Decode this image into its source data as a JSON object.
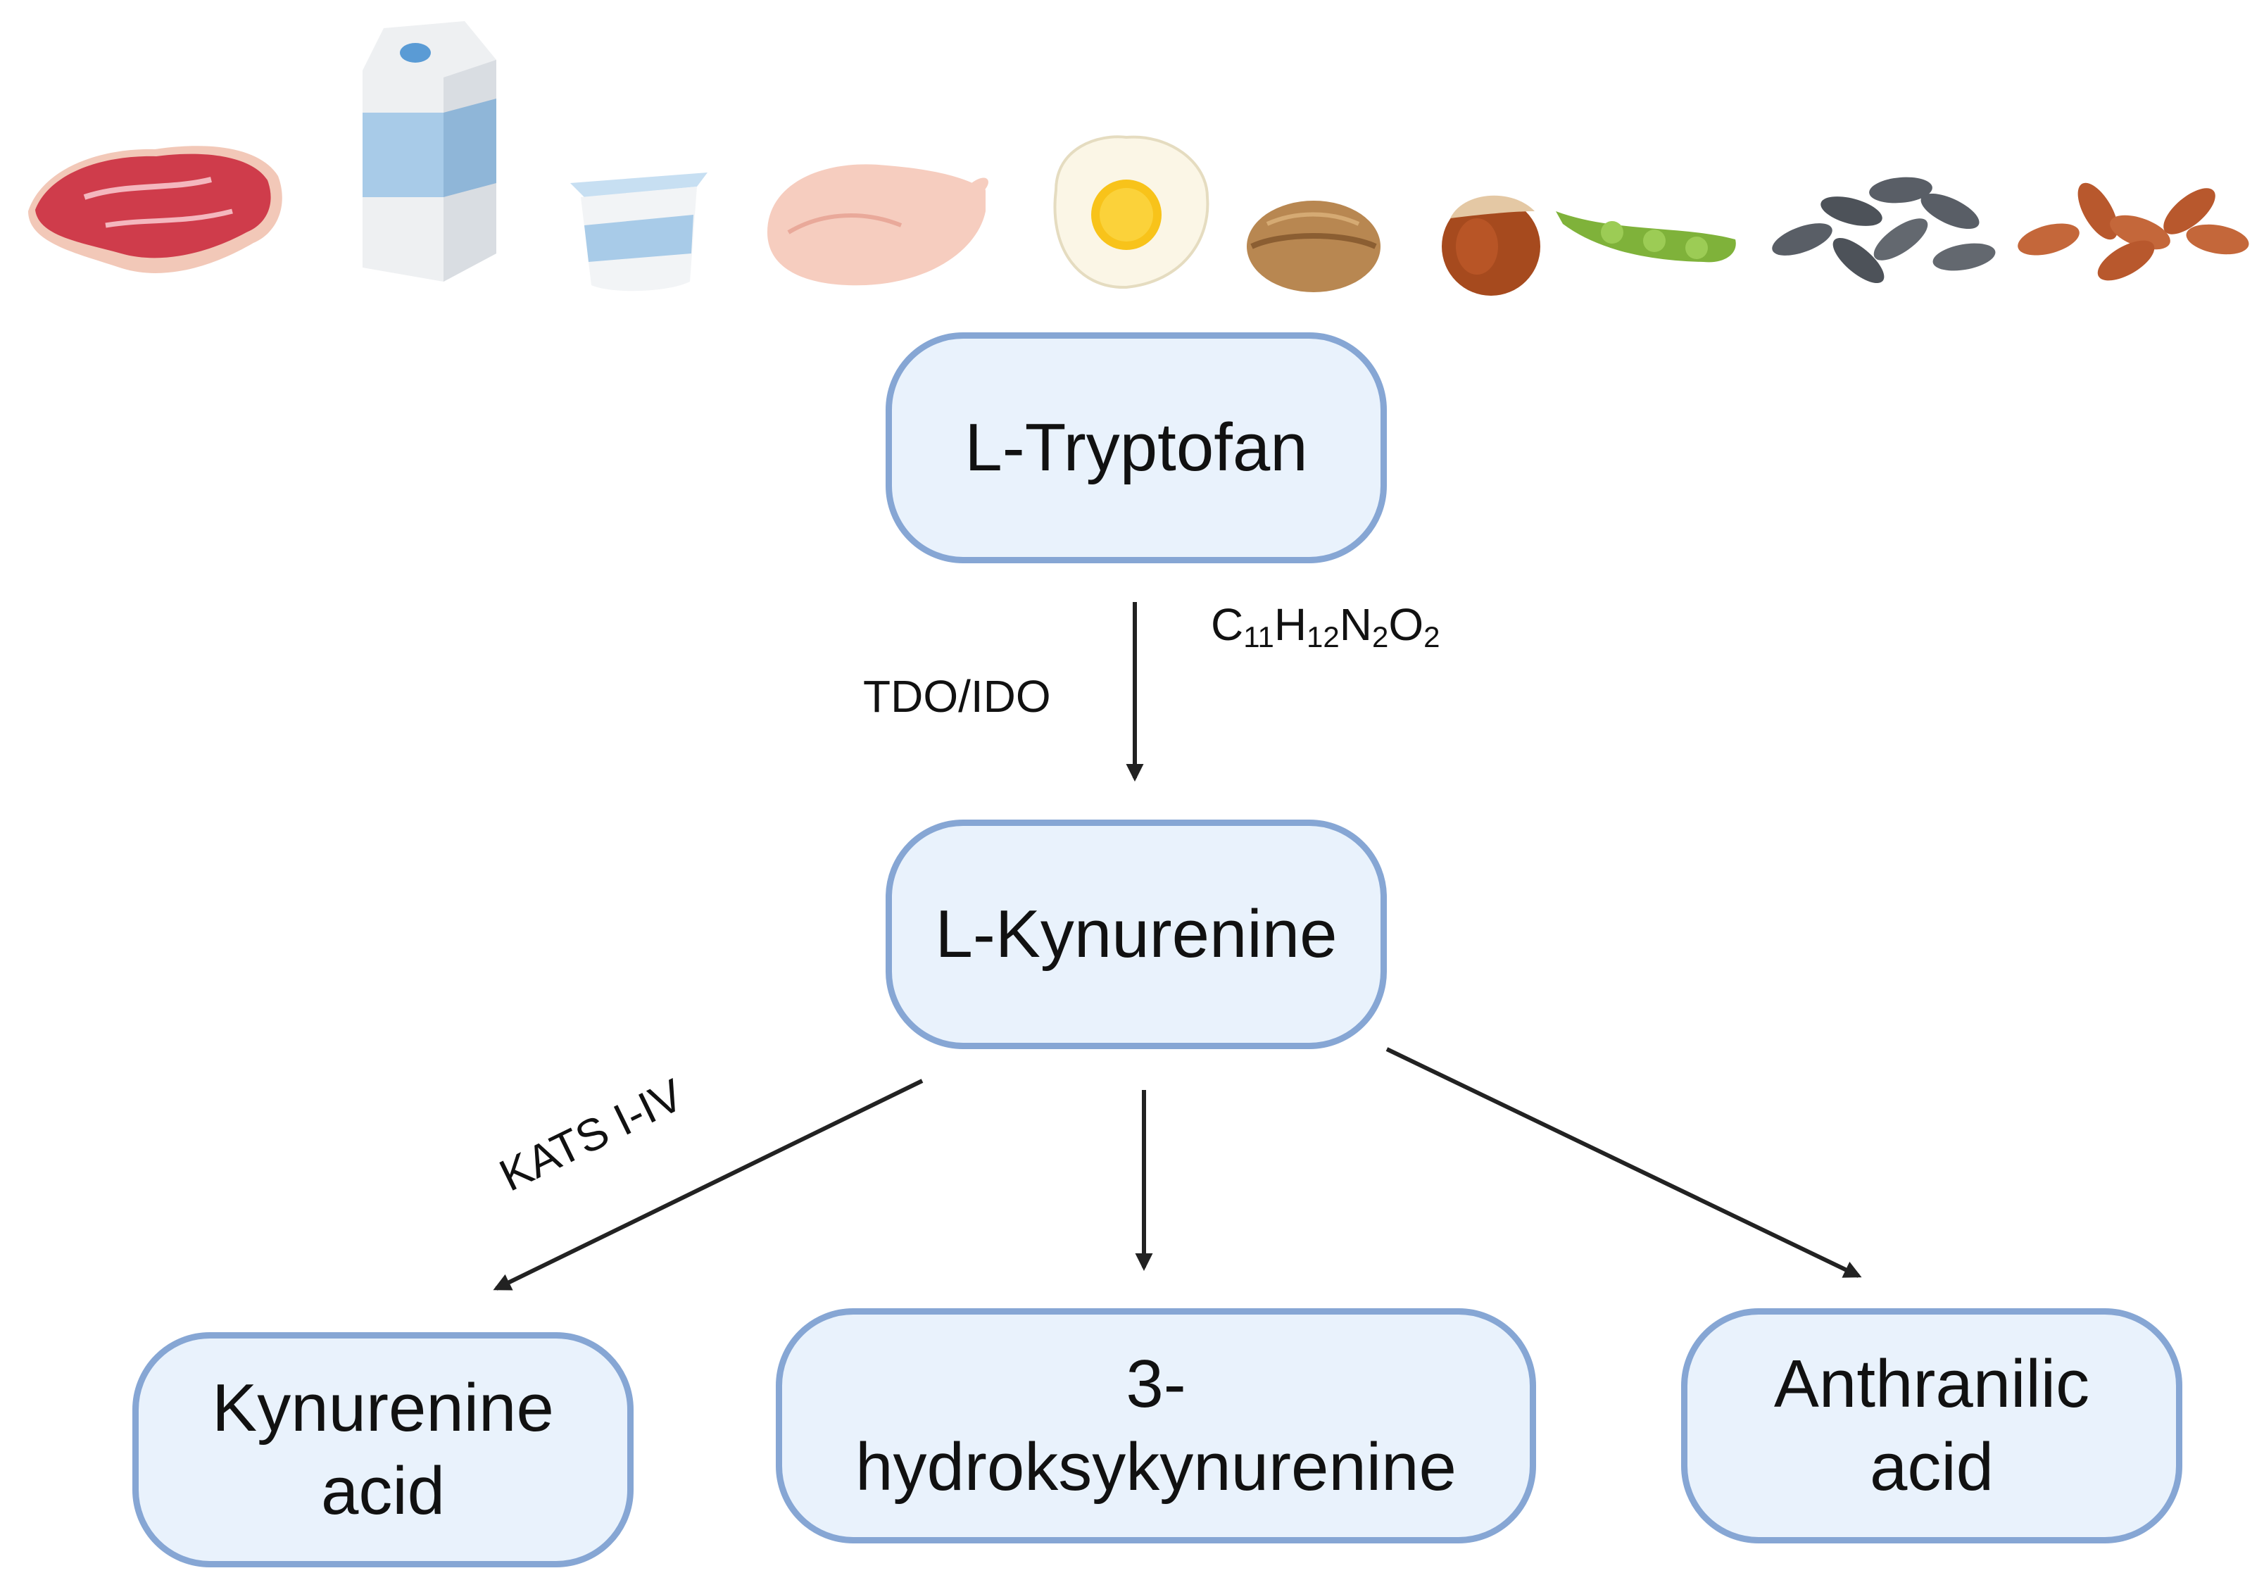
{
  "foods": [
    {
      "name": "meat"
    },
    {
      "name": "milk"
    },
    {
      "name": "yogurt"
    },
    {
      "name": "chicken"
    },
    {
      "name": "egg"
    },
    {
      "name": "walnut"
    },
    {
      "name": "hazelnut"
    },
    {
      "name": "soybean"
    },
    {
      "name": "sunflower-seeds"
    },
    {
      "name": "almonds"
    }
  ],
  "nodes": {
    "tryptophan": {
      "label": "L-Tryptofan"
    },
    "kynurenine": {
      "label": "L-Kynurenine"
    },
    "kynurenine_acid": {
      "line1": "Kynurenine",
      "line2": "acid"
    },
    "hydroxykynurenine": {
      "line1": "3-",
      "line2": "hydroksykynurenine"
    },
    "anthranilic": {
      "line1": "Anthranilic",
      "line2": "acid"
    }
  },
  "labels": {
    "enzyme_tdo": "TDO/IDO",
    "formula": {
      "c": "C",
      "c_n": "11",
      "h": "H",
      "h_n": "12",
      "n": "N",
      "n_n": "2",
      "o": "O",
      "o_n": "2"
    },
    "enzyme_kats": "KATS I-IV"
  },
  "colors": {
    "node_fill": "#e9f2fc",
    "node_border": "#86a6d4",
    "arrow": "#222222"
  }
}
